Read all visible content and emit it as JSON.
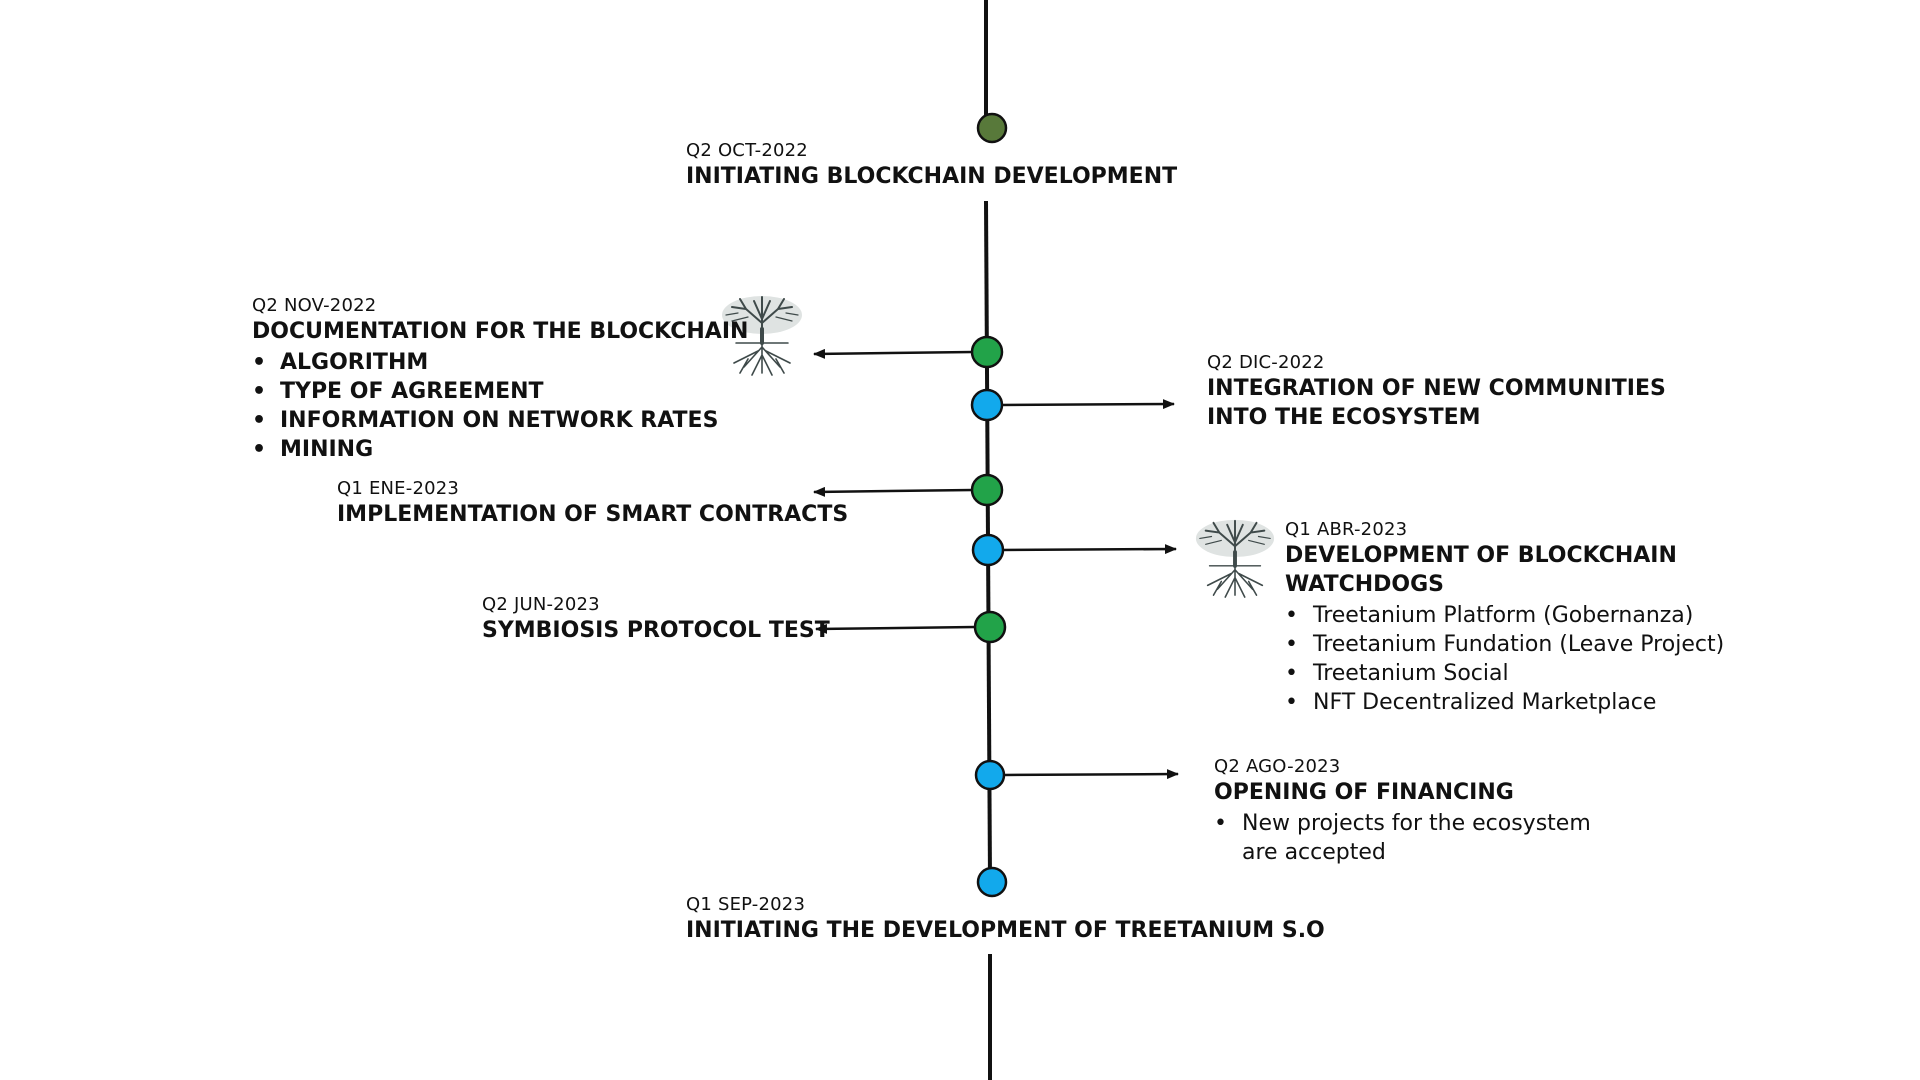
{
  "colors": {
    "line": "#111111",
    "node_olive": "#58793a",
    "node_green": "#22a349",
    "node_blue": "#12a9ec"
  },
  "icons": {
    "tree": "tree-with-roots-icon"
  },
  "milestones": [
    {
      "id": "oct2022",
      "date": "Q2 OCT-2022",
      "title": "INITIATING BLOCKCHAIN DEVELOPMENT",
      "node_color": "olive"
    },
    {
      "id": "nov2022",
      "date": "Q2 NOV-2022",
      "title": "DOCUMENTATION FOR THE BLOCKCHAIN",
      "items": [
        "ALGORITHM",
        "TYPE OF AGREEMENT",
        "INFORMATION ON NETWORK RATES",
        "MINING"
      ],
      "node_color": "green"
    },
    {
      "id": "dic2022",
      "date": "Q2 DIC-2022",
      "title_lines": [
        "INTEGRATION OF NEW COMMUNITIES",
        "INTO THE ECOSYSTEM"
      ],
      "node_color": "blue"
    },
    {
      "id": "ene2023",
      "date": "Q1 ENE-2023",
      "title": "IMPLEMENTATION OF SMART CONTRACTS",
      "node_color": "green"
    },
    {
      "id": "abr2023",
      "date": "Q1 ABR-2023",
      "title_lines": [
        "DEVELOPMENT OF BLOCKCHAIN",
        "WATCHDOGS"
      ],
      "items": [
        "Treetanium Platform (Gobernanza)",
        "Treetanium Fundation (Leave Project)",
        "Treetanium Social",
        "NFT Decentralized Marketplace"
      ],
      "node_color": "blue"
    },
    {
      "id": "jun2023",
      "date": "Q2 JUN-2023",
      "title": "SYMBIOSIS PROTOCOL TEST",
      "node_color": "green"
    },
    {
      "id": "ago2023",
      "date": "Q2 AGO-2023",
      "title": "OPENING OF FINANCING",
      "items": [
        "New projects for the ecosystem"
      ],
      "item_continuation": "are accepted",
      "node_color": "blue"
    },
    {
      "id": "sep2023",
      "date": "Q1 SEP-2023",
      "title": "INITIATING THE DEVELOPMENT OF TREETANIUM S.O",
      "node_color": "blue"
    }
  ]
}
